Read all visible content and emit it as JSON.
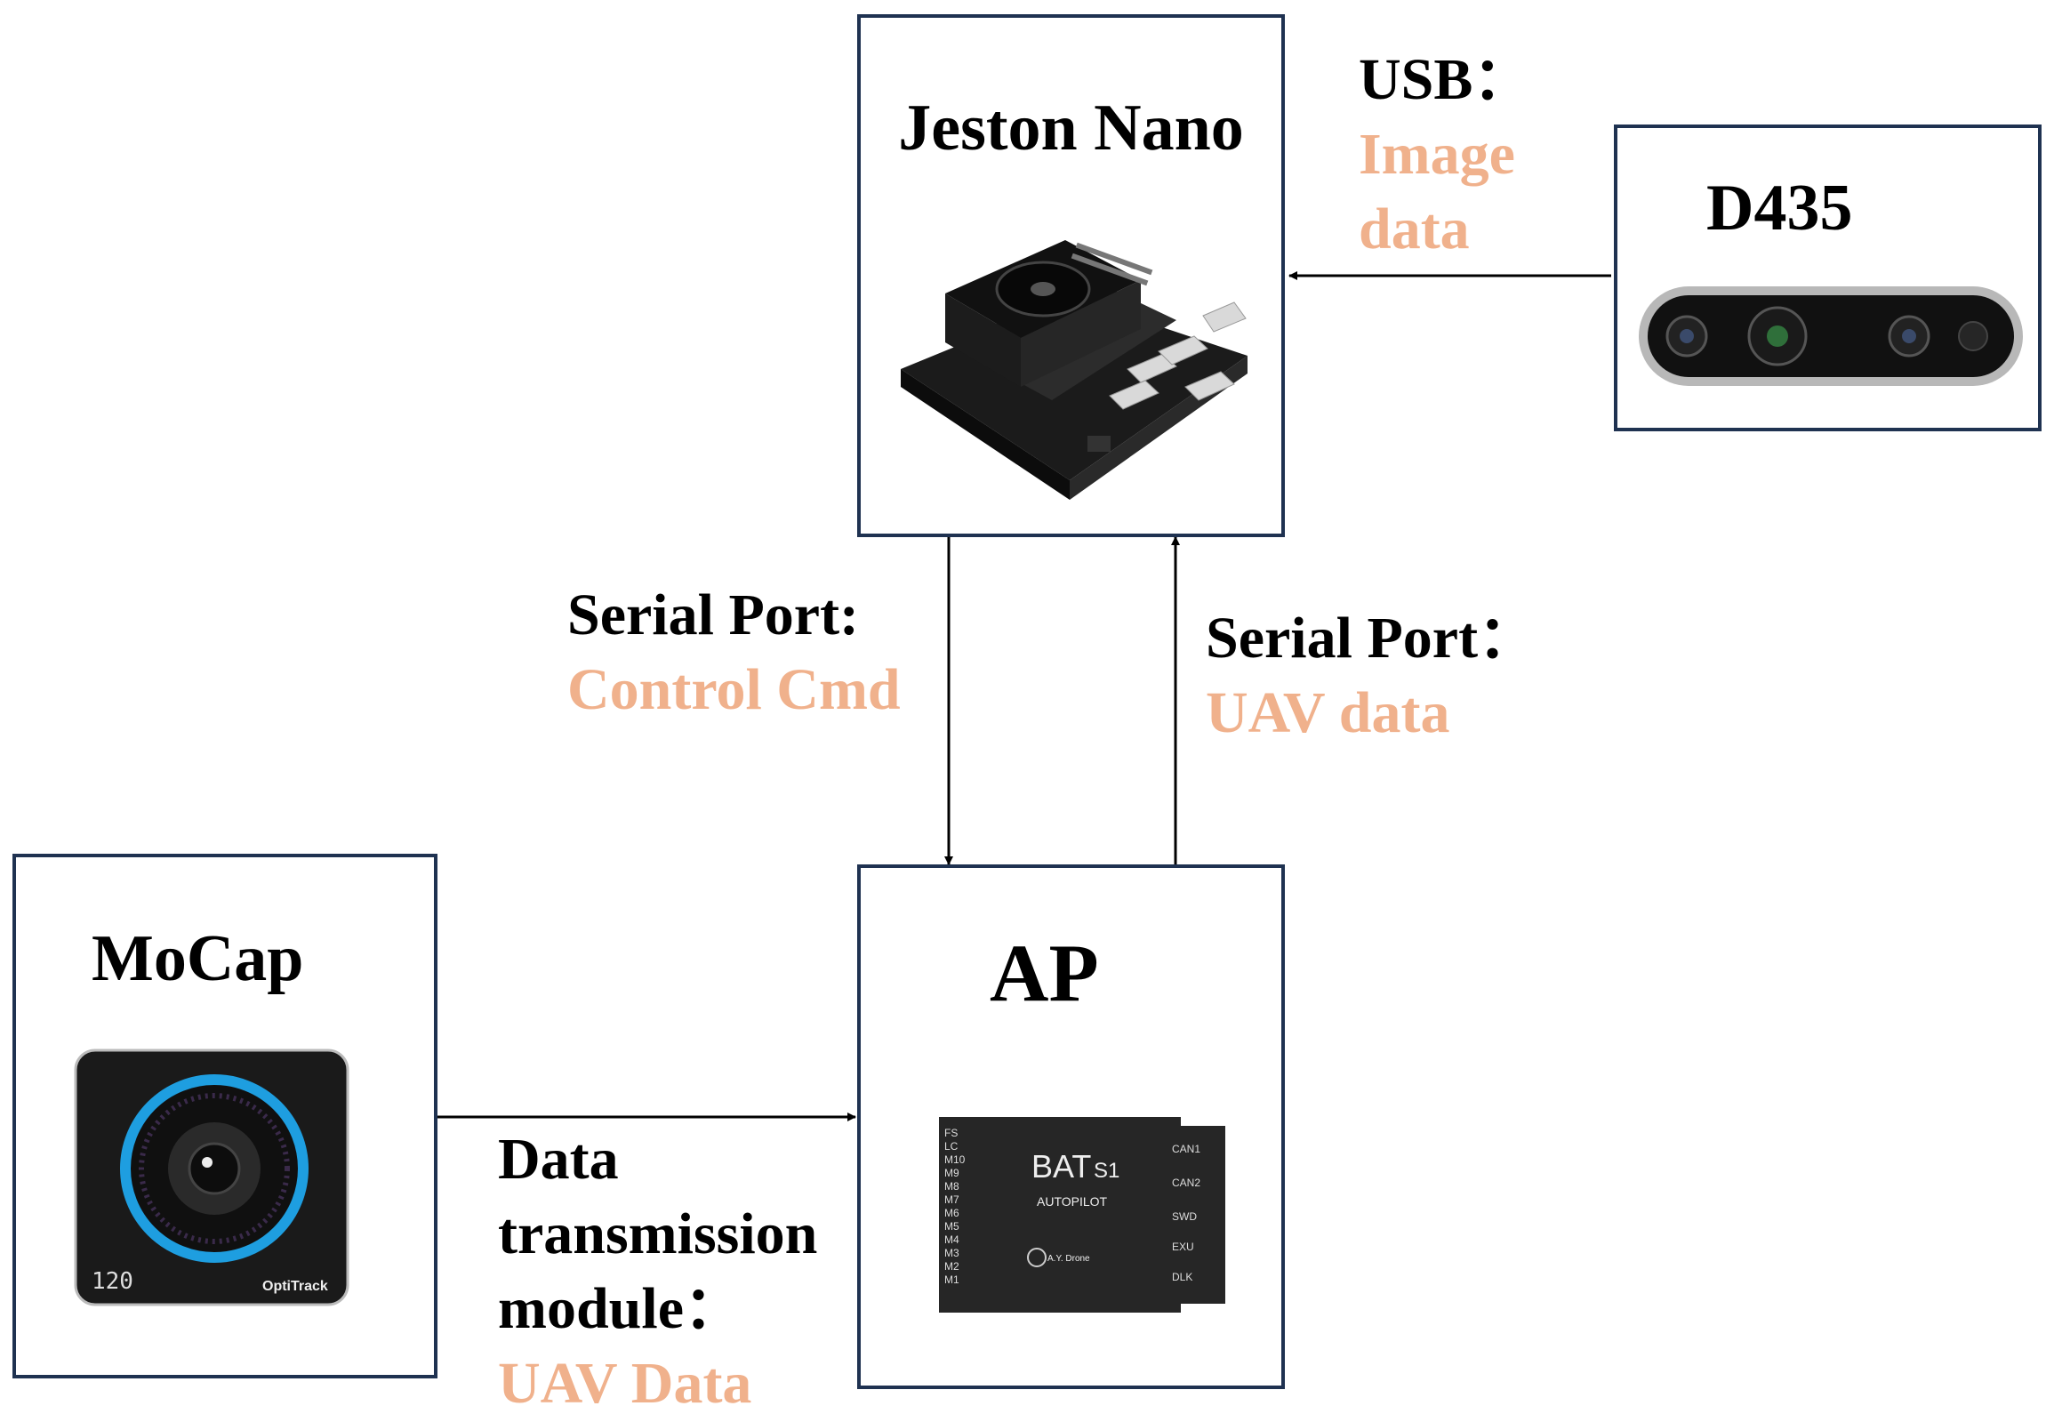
{
  "nodes": {
    "jetson": {
      "title": "Jeston Nano",
      "image": "jetson-nano-board"
    },
    "d435": {
      "title": "D435",
      "image": "realsense-depth-camera"
    },
    "ap": {
      "title": "AP",
      "image": "autopilot-board",
      "board_text": {
        "brand": "BAT",
        "model": "S1",
        "sub": "AUTOPILOT",
        "maker": "A.Y. Drone",
        "pins_left": [
          "FS",
          "LC",
          "M10",
          "M9",
          "M8",
          "M7",
          "M6",
          "M5",
          "M4",
          "M3",
          "M2",
          "M1"
        ],
        "pins_right": [
          "CAN1",
          "CAN2",
          "SWD",
          "EXU",
          "DLK"
        ]
      }
    },
    "mocap": {
      "title": "MoCap",
      "image": "optitrack-camera",
      "camera_text": {
        "number": "120",
        "brand": "OptiTrack"
      }
    }
  },
  "edges": {
    "usb": {
      "key": "USB：",
      "value_line1": "Image",
      "value_line2": "data"
    },
    "serial_cmd": {
      "key": "Serial Port:",
      "value": "Control Cmd"
    },
    "serial_uav": {
      "key": "Serial Port：",
      "value": "UAV data"
    },
    "data_tx": {
      "key_line1": "Data",
      "key_line2": "transmission",
      "key_line3": "module：",
      "value": "UAV Data"
    }
  },
  "colors": {
    "border": "#1f3251",
    "value_text": "#f0b18c",
    "key_text": "#000000"
  }
}
